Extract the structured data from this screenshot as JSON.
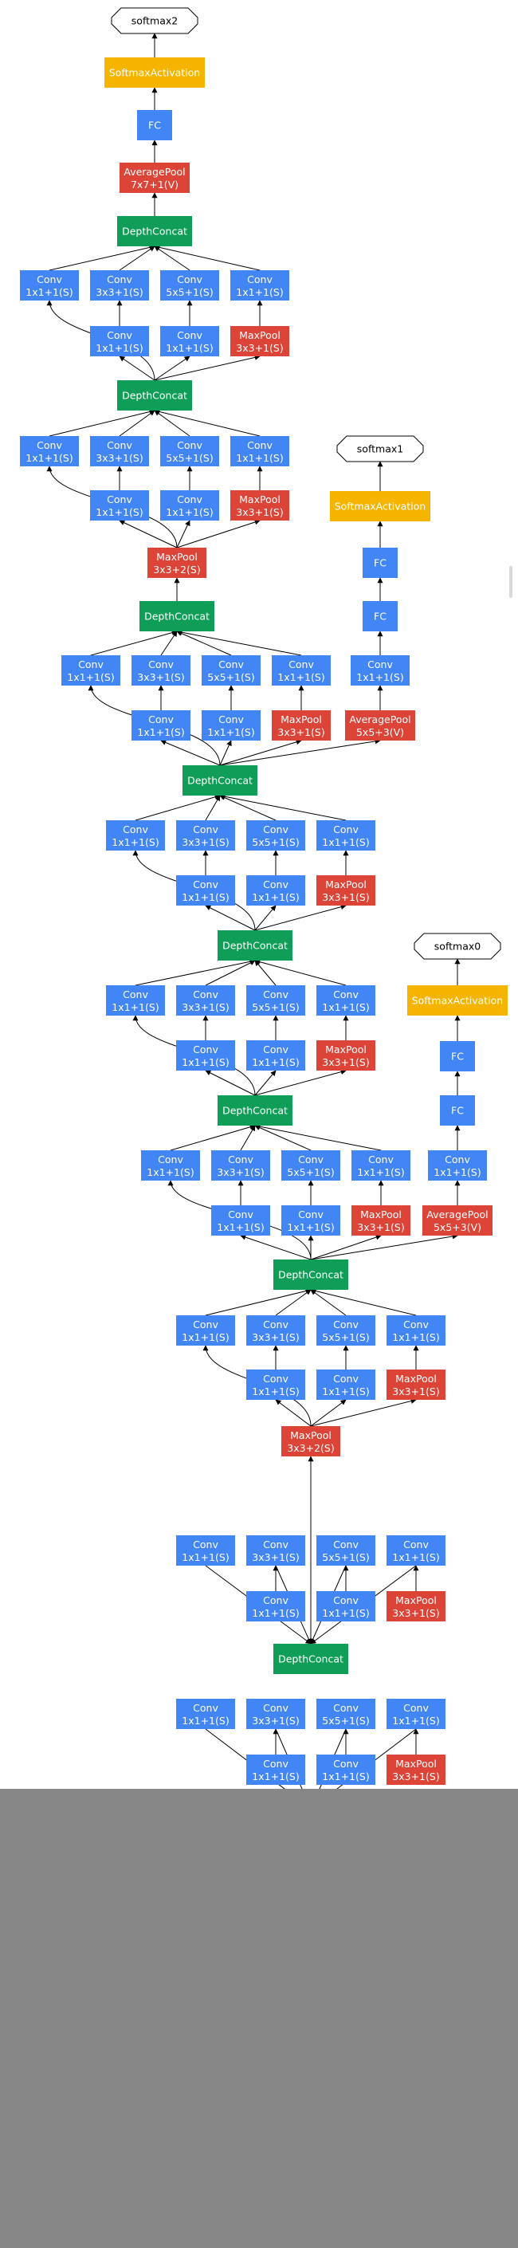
{
  "colors": {
    "conv": "#4285f4",
    "pool": "#db4437",
    "concat": "#0f9d58",
    "activation": "#f4b400",
    "edge": "#000000",
    "outline": "#000000"
  },
  "labels": {
    "conv": "Conv",
    "maxpool": "MaxPool",
    "avgpool": "AveragePool",
    "concat": "DepthConcat",
    "fc": "FC",
    "softmax_act": "SoftmaxActivation",
    "k1": "1x1+1(S)",
    "k3": "3x3+1(S)",
    "k5": "5x5+1(S)",
    "pool_s": "3x3+1(S)",
    "pool_reduce": "3x3+2(S)",
    "avg_aux": "5x5+3(V)",
    "avg_final": "7x7+1(V)"
  },
  "outputs": {
    "softmax0": "softmax0",
    "softmax1": "softmax1",
    "softmax2": "softmax2"
  }
}
